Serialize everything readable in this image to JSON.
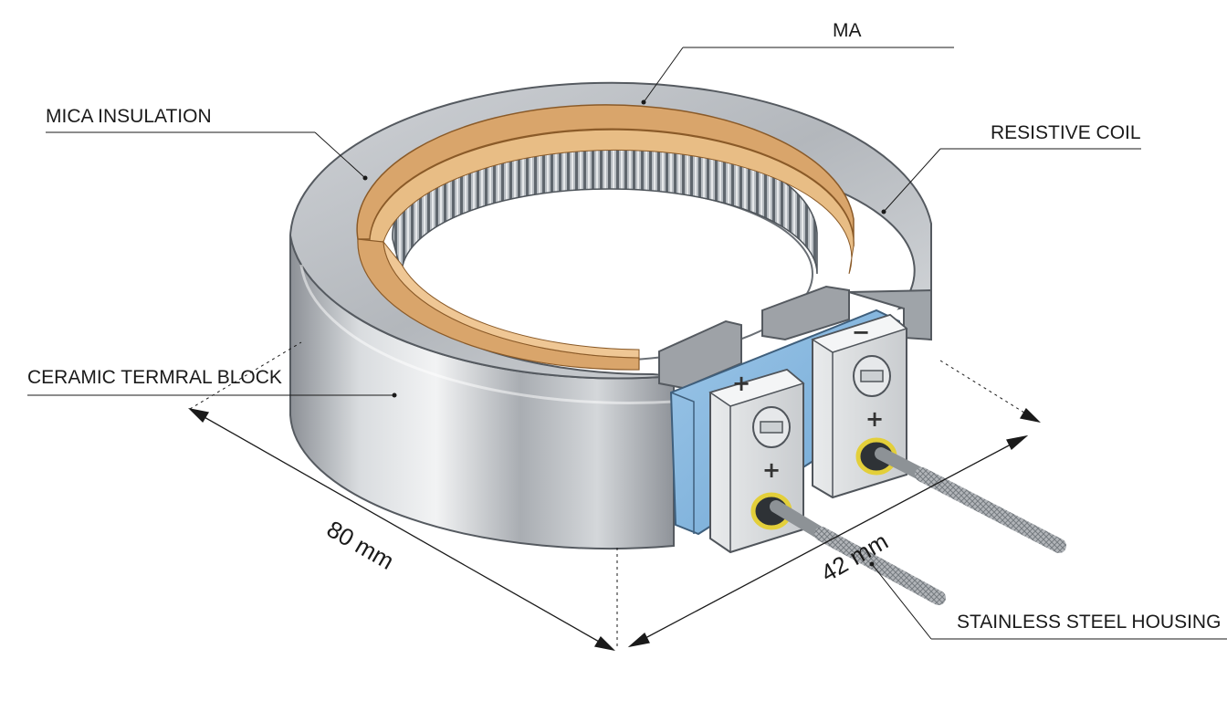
{
  "labels": {
    "ma": "MA",
    "mica_insulation": "MICA INSULATION",
    "resistive_coil": "RESISTIVE COIL",
    "ceramic_block": "CERAMIC TERMRAL BLOCK",
    "stainless_housing": "STAINLESS STEEL HOUSING"
  },
  "dimensions": {
    "diameter": "80 mm",
    "height": "42 mm"
  },
  "terminals": {
    "left_top_sign": "+",
    "left_mid_sign": "+",
    "right_top_sign": "−",
    "right_mid_sign": "+"
  },
  "colors": {
    "steel": "#b9bdc2",
    "mica": "#d9a56b",
    "coil": "#8f969d",
    "ceramic_block": "#7fb4dd",
    "terminal_ring": "#e3cf3a"
  },
  "icons": [
    "screw-icon",
    "wire-lead"
  ]
}
